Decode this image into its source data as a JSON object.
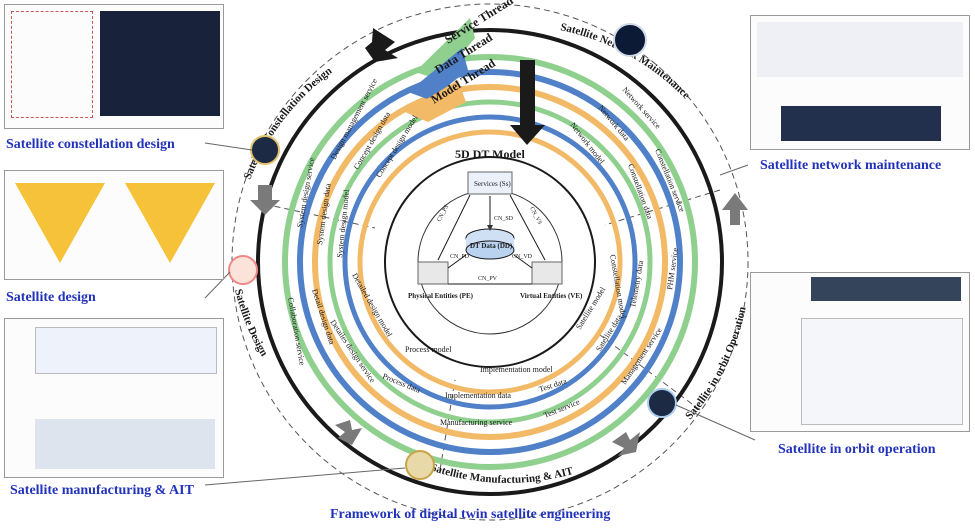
{
  "caption": "Framework of digital twin satellite engineering",
  "panel_labels": {
    "constellation_design": "Satellite constellation design",
    "satellite_design": "Satellite design",
    "manufacturing_ait": "Satellite manufacturing & AIT",
    "network_maintenance": "Satellite network maintenance",
    "in_orbit_operation": "Satellite in orbit operation"
  },
  "stage_labels": {
    "constellation_design": "Satellite Constellation Design",
    "network_maintenance": "Satellite Network Maintenance",
    "satellite_design": "Satellite Design",
    "in_orbit_operation": "Satellite in orbit Operation",
    "manufacturing_ait": "Satellite Manufacturing & AIT"
  },
  "threads": {
    "service": "Service Thread",
    "data": "Data Thread",
    "model": "Model Thread"
  },
  "core": {
    "title": "5D DT Model",
    "services": "Services (Ss)",
    "dt_data": "DT Data (DD)",
    "physical": "Physical Entities (PE)",
    "virtual": "Virtual Entities (VE)",
    "cn_sd": "CN_SD",
    "cn_ps": "CN_PS",
    "cn_vs": "CN_VS",
    "cn_pd": "CN_PD",
    "cn_vd": "CN_VD",
    "cn_pv": "CN_PV"
  },
  "ring_texts": {
    "design_management_service": "Design management service",
    "concept_design_data": "Concept design data",
    "concept_design_model": "Concept design model",
    "system_design_service": "System design service",
    "system_design_data": "System design data",
    "system_design_model": "System design model",
    "collaboration_service": "Collaboration service",
    "detail_design_data": "Detail design data",
    "detailed_design_model": "Detailed design model",
    "detailes_design_service": "Detailes design service",
    "process_model": "Process model",
    "process_data": "Process data",
    "implementation_model": "Implementation model",
    "implementation_data": "Implementation data",
    "manufacturing_service": "Manufacturing service",
    "test_data": "Test data",
    "test_service": "Test service",
    "satellite_data": "Satellite data",
    "satellite_model": "Satellite model",
    "management_service": "Management service",
    "telemetry_data": "Telemetry data",
    "constellation_model": "Constellation model",
    "phm_service": "PHM service",
    "constellation_data": "Constellation data",
    "constellation_service": "Constellation service",
    "network_model": "Network model",
    "network_data": "Network data",
    "network_service": "Network service"
  },
  "colors": {
    "label_blue": "#2233bb",
    "service_green": "#8fd08f",
    "data_blue": "#4f80c8",
    "model_orange": "#f2b967",
    "arrow_grey": "#7a7a7a"
  }
}
